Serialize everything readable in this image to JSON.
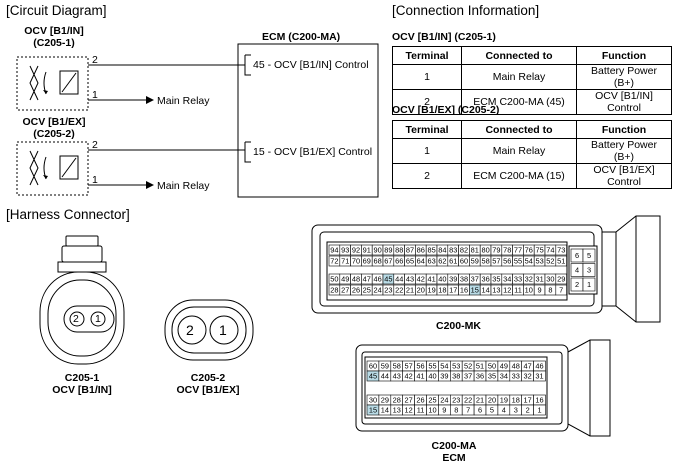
{
  "sections": {
    "circuit": "[Circuit Diagram]",
    "connection": "[Connection Information]",
    "harness": "[Harness Connector]"
  },
  "circuit": {
    "ocv1_name": "OCV [B1/IN]",
    "ocv1_code": "(C205-1)",
    "ocv2_name": "OCV [B1/EX]",
    "ocv2_code": "(C205-2)",
    "ecm_title": "ECM (C200-MA)",
    "pin2": "2",
    "pin1": "1",
    "ecm_in": "45 - OCV [B1/IN] Control",
    "ecm_ex": "15 - OCV [B1/EX] Control",
    "main_relay": "Main Relay"
  },
  "conn": {
    "t1_title": "OCV [B1/IN] (C205-1)",
    "t2_title": "OCV [B1/EX] (C205-2)",
    "headers": [
      "Terminal",
      "Connected to",
      "Function"
    ],
    "t1_rows": [
      [
        "1",
        "Main Relay",
        "Battery Power (B+)"
      ],
      [
        "2",
        "ECM C200-MA (45)",
        "OCV [B1/IN] Control"
      ]
    ],
    "t2_rows": [
      [
        "1",
        "Main Relay",
        "Battery Power (B+)"
      ],
      [
        "2",
        "ECM C200-MA (15)",
        "OCV [B1/EX] Control"
      ]
    ]
  },
  "harness": {
    "c1_pin2": "2",
    "c1_pin1": "1",
    "c2_pin2": "2",
    "c2_pin1": "1",
    "c1_line1": "C205-1",
    "c1_line2": "OCV [B1/IN]",
    "c2_line1": "C205-2",
    "c2_line2": "OCV [B1/EX]",
    "mk_label": "C200-MK",
    "ma_line1": "C200-MA",
    "ma_line2": "ECM",
    "mk_r1": [
      "94",
      "93",
      "92",
      "91",
      "90",
      "89",
      "88",
      "87",
      "86",
      "85",
      "84",
      "83",
      "82",
      "81",
      "80",
      "79",
      "78",
      "77",
      "76",
      "75",
      "74",
      "73"
    ],
    "mk_r2": [
      "72",
      "71",
      "70",
      "69",
      "68",
      "67",
      "66",
      "65",
      "64",
      "63",
      "62",
      "61",
      "60",
      "59",
      "58",
      "57",
      "56",
      "55",
      "54",
      "53",
      "52",
      "51"
    ],
    "mk_r3": [
      "50",
      "49",
      "48",
      "47",
      "46",
      "45",
      "44",
      "43",
      "42",
      "41",
      "40",
      "39",
      "38",
      "37",
      "36",
      "35",
      "34",
      "33",
      "32",
      "31",
      "30",
      "29"
    ],
    "mk_r4": [
      "28",
      "27",
      "26",
      "25",
      "24",
      "23",
      "22",
      "21",
      "20",
      "19",
      "18",
      "17",
      "16",
      "15",
      "14",
      "13",
      "12",
      "11",
      "10",
      "9",
      "8",
      "7"
    ],
    "mk_side": [
      [
        "6",
        "5"
      ],
      [
        "4",
        "3"
      ],
      [
        "2",
        "1"
      ]
    ],
    "ma_r1": [
      "60",
      "59",
      "58",
      "57",
      "56",
      "55",
      "54",
      "53",
      "52",
      "51",
      "50",
      "49",
      "48",
      "47",
      "46"
    ],
    "ma_r2": [
      "45",
      "44",
      "43",
      "42",
      "41",
      "40",
      "39",
      "38",
      "37",
      "36",
      "35",
      "34",
      "33",
      "32",
      "31"
    ],
    "ma_r3": [
      "30",
      "29",
      "28",
      "27",
      "26",
      "25",
      "24",
      "23",
      "22",
      "21",
      "20",
      "19",
      "18",
      "17",
      "16"
    ],
    "ma_r4": [
      "15",
      "14",
      "13",
      "12",
      "11",
      "10",
      "9",
      "8",
      "7",
      "6",
      "5",
      "4",
      "3",
      "2",
      "1"
    ],
    "highlight": [
      "45",
      "15"
    ]
  },
  "colors": {
    "highlight": "#b9dbe6"
  }
}
